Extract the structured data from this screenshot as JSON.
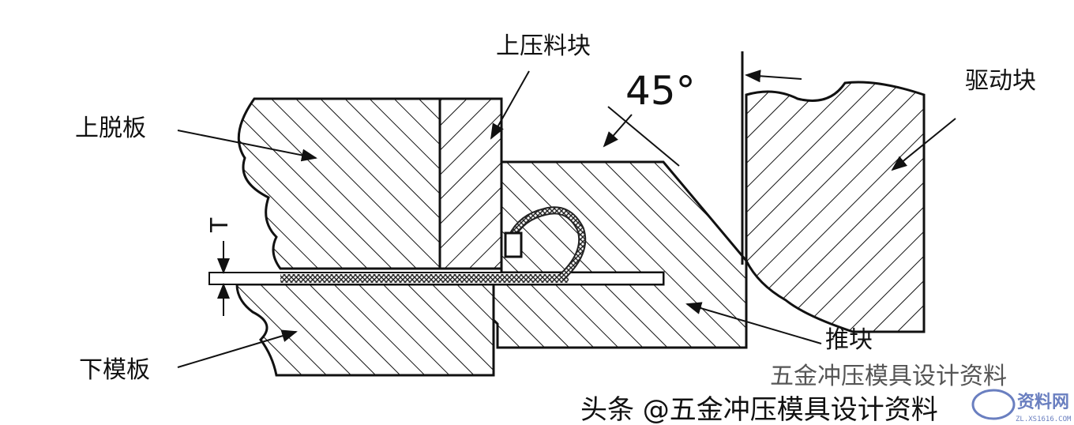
{
  "labels": {
    "upper_pressing_block": "上压料块",
    "angle": "45°",
    "driver_block": "驱动块",
    "upper_stripper_plate": "上脱板",
    "thickness": "T",
    "lower_die_plate": "下模板",
    "push_block": "推块"
  },
  "watermark": {
    "account": "五金冲压模具设计资料",
    "platform_line": "头条 @五金冲压模具设计资料",
    "logo_text": "资料网",
    "logo_url_text": "ZL.XS1616.COM"
  },
  "colors": {
    "line": "#111111",
    "background": "#ffffff",
    "logo": "#6a7fc0"
  }
}
